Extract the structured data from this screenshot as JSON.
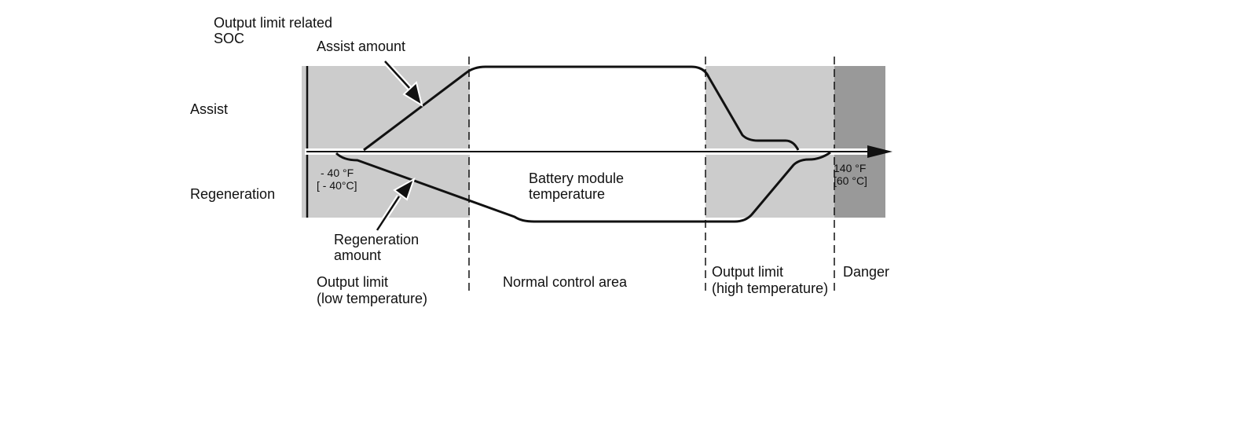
{
  "labels": {
    "soc_title_line1": "Output limit related",
    "soc_title_line2": "SOC",
    "assist": "Assist",
    "regeneration": "Regeneration",
    "assist_amount": "Assist amount",
    "regen_amount_line1": "Regeneration",
    "regen_amount_line2": "amount",
    "axis_title_line1": "Battery module",
    "axis_title_line2": "temperature",
    "low_temp_f": "- 40 °F",
    "low_temp_c": "[ - 40°C]",
    "high_temp_f": "140 °F",
    "high_temp_c": "[60 °C]"
  },
  "zones": [
    {
      "line1": "Output limit",
      "line2": "(low temperature)"
    },
    {
      "line1": "Normal control area",
      "line2": ""
    },
    {
      "line1": "Output limit",
      "line2": "(high temperature)"
    },
    {
      "line1": "Danger",
      "line2": ""
    }
  ],
  "colors": {
    "limit_zone": "#cccccc",
    "danger_zone": "#999999",
    "normal_zone": "#ffffff",
    "line": "#111111"
  }
}
